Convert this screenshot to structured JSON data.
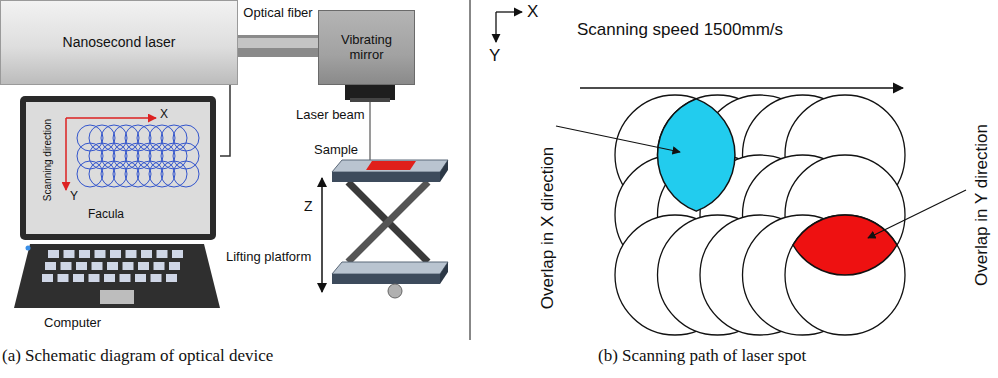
{
  "diagram": {
    "nodes": [
      {
        "text": [
          "Nanosecond laser"
        ]
      },
      {
        "text": [
          "Vibrating mirror"
        ]
      },
      {
        "text": [
          "Computer"
        ]
      },
      {
        "text": [
          "X",
          "Y",
          "Scanning direction",
          "Facula"
        ],
        "in": 2
      }
    ],
    "edges": [
      {
        "from": 0,
        "to": 1,
        "arrow": "none",
        "label": "Optical fiber"
      },
      {
        "from": 0,
        "to": 2,
        "arrow": "none"
      }
    ],
    "labels": [
      "Laser beam",
      "Sample",
      "Z",
      "Lifting platform",
      "(a) Schematic diagram of optical device",
      "X",
      "Y",
      "Scanning speed 1500mm/s",
      "Overlap in X direction",
      "Overlap in Y direction",
      "(b) Scanning path of laser spot"
    ]
  }
}
